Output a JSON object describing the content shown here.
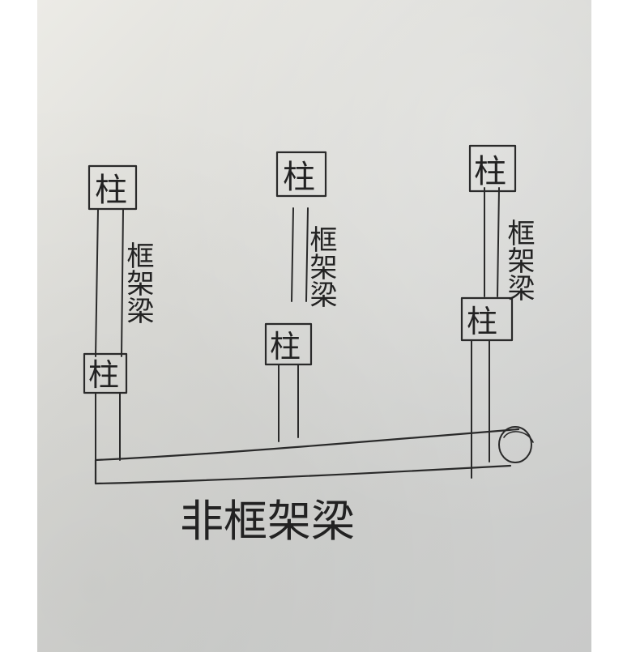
{
  "diagram": {
    "columns": [
      {
        "label": "柱"
      },
      {
        "label": "柱"
      },
      {
        "label": "柱"
      },
      {
        "label": "柱"
      },
      {
        "label": "柱"
      },
      {
        "label": "柱"
      }
    ],
    "frame_beams": [
      {
        "label": "框架梁"
      },
      {
        "label": "框架梁"
      },
      {
        "label": "框架梁"
      }
    ],
    "non_frame_beam": {
      "label": "非框架梁"
    }
  }
}
